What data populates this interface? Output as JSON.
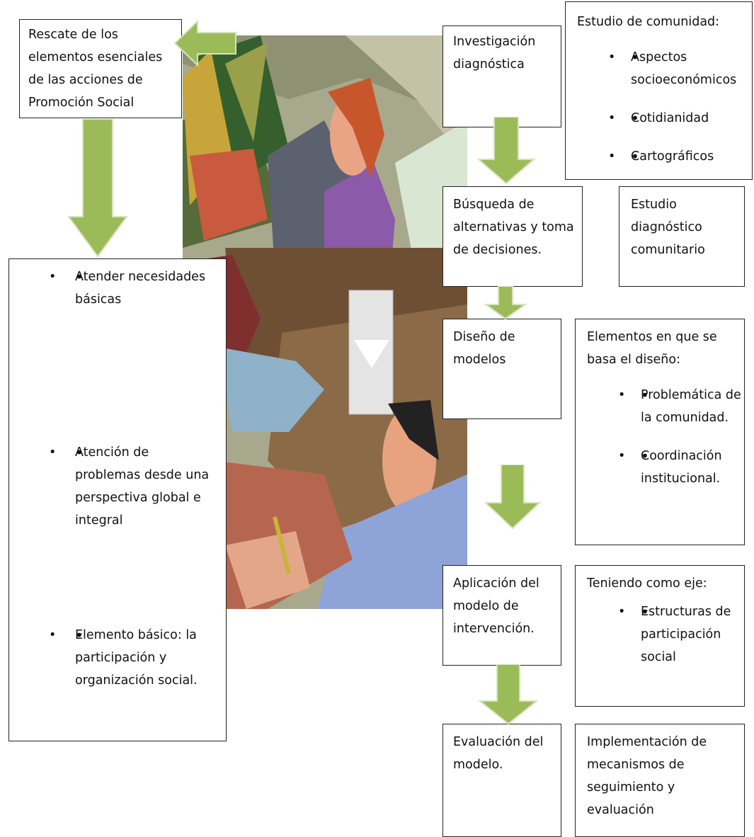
{
  "diagram": {
    "left_column": {
      "header_box": "Rescate de los elementos esenciales de las acciones de Promoción Social",
      "bullets": [
        "Atender necesidades básicas",
        "Atención de problemas desde una perspectiva global e integral",
        "Elemento básico: la participación y organización social."
      ]
    },
    "steps": [
      {
        "label": "Investigación diagnóstica"
      },
      {
        "label": "Búsqueda de alternativas y toma de decisiones."
      },
      {
        "label": "Diseño de modelos"
      },
      {
        "label": "Aplicación del modelo de intervención."
      },
      {
        "label": "Evaluación del modelo."
      }
    ],
    "details": {
      "community_study": {
        "title": "Estudio de comunidad:",
        "items": [
          "Aspectos socioeconómicos",
          "Cotidianidad",
          "Cartográficos"
        ]
      },
      "diagnostic_study": {
        "text": "Estudio diagnóstico comunitario"
      },
      "design_elements": {
        "title": "Elementos en que se basa el diseño:",
        "items": [
          "Problemática de la comunidad.",
          "Coordinación institucional."
        ]
      },
      "axis": {
        "title": "Teniendo como eje:",
        "items": [
          "Estructuras de participación social"
        ]
      },
      "implementation": {
        "text": "Implementación de mecanismos de seguimiento y evaluación"
      }
    },
    "colors": {
      "arrow_fill": "#9bbb59",
      "arrow_stroke": "#d6e3bc",
      "box_border": "#222222"
    }
  }
}
